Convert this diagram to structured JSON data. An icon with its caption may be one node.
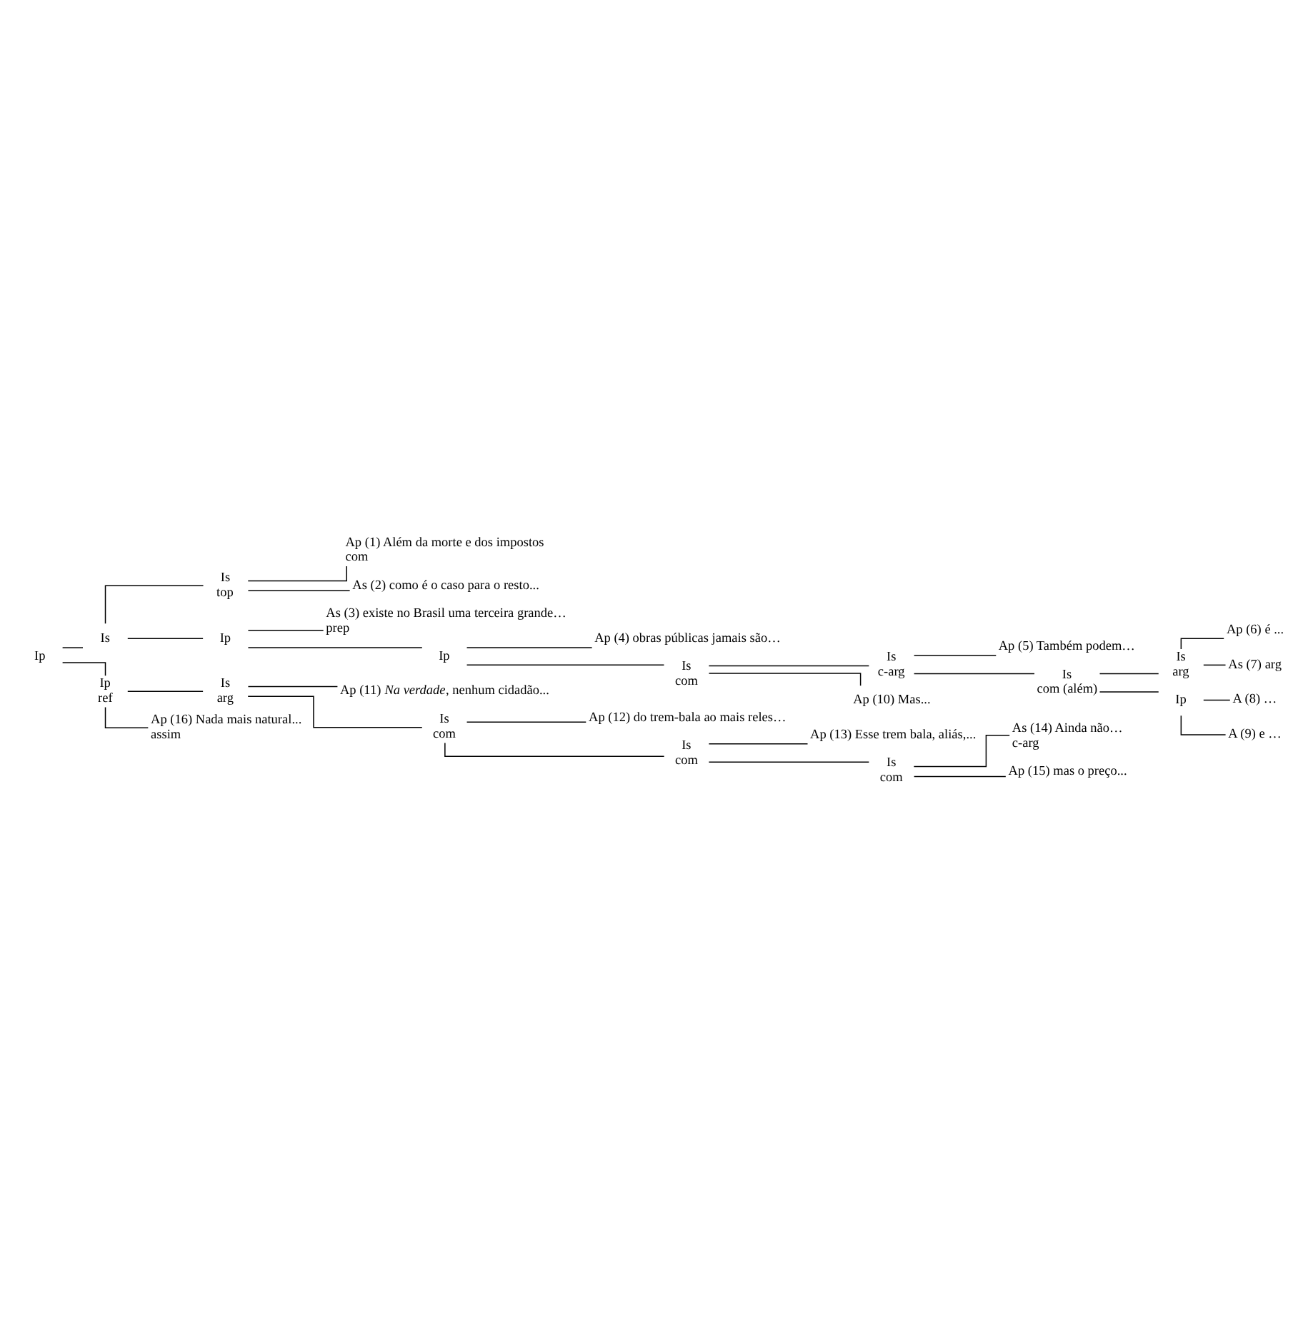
{
  "diagram": {
    "nodes": [
      {
        "text": [
          "Ip"
        ]
      },
      {
        "text": [
          "Is"
        ]
      },
      {
        "text": [
          "Is",
          "top"
        ]
      },
      {
        "text": [
          "Ap (1) Além da morte e dos impostos",
          "com"
        ]
      },
      {
        "text": [
          "As (2) como é o caso para o resto..."
        ]
      },
      {
        "text": [
          "Ip"
        ]
      },
      {
        "text": [
          "As (3) existe no Brasil uma terceira grande…",
          "prep"
        ]
      },
      {
        "text": [
          "Ip"
        ]
      },
      {
        "text": [
          "Ap (4) obras públicas jamais são…"
        ]
      },
      {
        "text": [
          "Is",
          "com"
        ]
      },
      {
        "text": [
          "Is",
          "c-arg"
        ]
      },
      {
        "text": [
          "Ap (5) Também podem…"
        ]
      },
      {
        "text": [
          "Is",
          "com (além)"
        ]
      },
      {
        "text": [
          "Is",
          "arg"
        ]
      },
      {
        "text": [
          "Ap (6) é ..."
        ]
      },
      {
        "text": [
          "As (7) arg"
        ]
      },
      {
        "text": [
          "Ip"
        ]
      },
      {
        "text": [
          "A (8) …"
        ]
      },
      {
        "text": [
          "A (9) e …"
        ]
      },
      {
        "text": [
          "Ap (10) Mas..."
        ]
      },
      {
        "text": [
          "Ip",
          "ref"
        ]
      },
      {
        "text": [
          "Is",
          "arg"
        ]
      },
      {
        "text": [
          "Ap (11) *Na verdade*, nenhum cidadão..."
        ]
      },
      {
        "text": [
          "Is",
          "com"
        ]
      },
      {
        "text": [
          "Ap (12) do trem-bala ao mais reles…"
        ]
      },
      {
        "text": [
          "Is",
          "com"
        ]
      },
      {
        "text": [
          "Ap (13) Esse trem bala, aliás,..."
        ]
      },
      {
        "text": [
          "Is",
          "com"
        ]
      },
      {
        "text": [
          "As (14) Ainda não…",
          "c-arg"
        ]
      },
      {
        "text": [
          "Ap (15) mas o preço..."
        ]
      },
      {
        "text": [
          "Ap (16) Nada mais natural...",
          "assim"
        ]
      }
    ],
    "edges": [
      {
        "from": 0,
        "to": 1,
        "arrow": "none"
      },
      {
        "from": 0,
        "to": 20,
        "arrow": "none"
      },
      {
        "from": 1,
        "to": 2,
        "arrow": "none"
      },
      {
        "from": 1,
        "to": 5,
        "arrow": "none"
      },
      {
        "from": 2,
        "to": 3,
        "arrow": "none"
      },
      {
        "from": 2,
        "to": 4,
        "arrow": "none"
      },
      {
        "from": 5,
        "to": 6,
        "arrow": "none"
      },
      {
        "from": 5,
        "to": 7,
        "arrow": "none"
      },
      {
        "from": 7,
        "to": 8,
        "arrow": "none"
      },
      {
        "from": 7,
        "to": 9,
        "arrow": "none"
      },
      {
        "from": 9,
        "to": 10,
        "arrow": "none"
      },
      {
        "from": 9,
        "to": 19,
        "arrow": "none"
      },
      {
        "from": 10,
        "to": 11,
        "arrow": "none"
      },
      {
        "from": 10,
        "to": 12,
        "arrow": "none"
      },
      {
        "from": 12,
        "to": 13,
        "arrow": "none"
      },
      {
        "from": 12,
        "to": 16,
        "arrow": "none"
      },
      {
        "from": 13,
        "to": 14,
        "arrow": "none"
      },
      {
        "from": 13,
        "to": 15,
        "arrow": "none"
      },
      {
        "from": 16,
        "to": 17,
        "arrow": "none"
      },
      {
        "from": 16,
        "to": 18,
        "arrow": "none"
      },
      {
        "from": 20,
        "to": 21,
        "arrow": "none"
      },
      {
        "from": 20,
        "to": 30,
        "arrow": "none"
      },
      {
        "from": 21,
        "to": 22,
        "arrow": "none"
      },
      {
        "from": 21,
        "to": 23,
        "arrow": "none"
      },
      {
        "from": 23,
        "to": 24,
        "arrow": "none"
      },
      {
        "from": 23,
        "to": 25,
        "arrow": "none"
      },
      {
        "from": 25,
        "to": 26,
        "arrow": "none"
      },
      {
        "from": 25,
        "to": 27,
        "arrow": "none"
      },
      {
        "from": 27,
        "to": 28,
        "arrow": "none"
      },
      {
        "from": 27,
        "to": 29,
        "arrow": "none"
      }
    ]
  }
}
